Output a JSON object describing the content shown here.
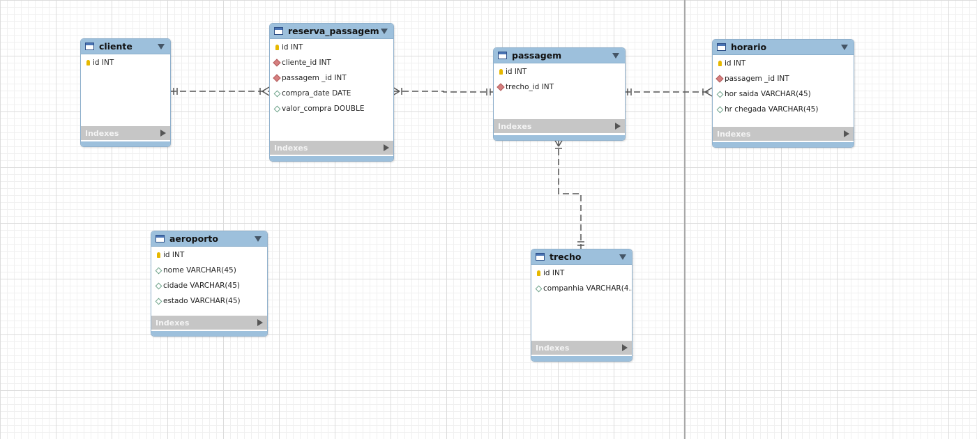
{
  "colors": {
    "header": "#9dc0dc",
    "indexes_bar": "#c6c6c6",
    "connector": "#555555",
    "primary_key": "#e6b800",
    "foreign_key": "#d67f7f"
  },
  "icons": {
    "table": "table-icon",
    "primary_key": "key-icon",
    "foreign_key": "fk-diamond-icon",
    "column": "column-diamond-icon",
    "collapse": "chevron-down-icon",
    "expand": "triangle-right-icon"
  },
  "entities": {
    "cliente": {
      "title": "cliente",
      "columns": [
        {
          "name": "id INT",
          "kind": "pk"
        }
      ],
      "indexes_label": "Indexes"
    },
    "reserva_passagem": {
      "title": "reserva_passagem",
      "columns": [
        {
          "name": "id INT",
          "kind": "pk"
        },
        {
          "name": "cliente_id INT",
          "kind": "fk"
        },
        {
          "name": "passagem _id INT",
          "kind": "fk"
        },
        {
          "name": "compra_date DATE",
          "kind": "col"
        },
        {
          "name": "valor_compra DOUBLE",
          "kind": "col"
        }
      ],
      "indexes_label": "Indexes"
    },
    "passagem": {
      "title": "passagem",
      "columns": [
        {
          "name": "id INT",
          "kind": "pk"
        },
        {
          "name": "trecho_id INT",
          "kind": "fk"
        }
      ],
      "indexes_label": "Indexes"
    },
    "horario": {
      "title": "horario",
      "columns": [
        {
          "name": "id INT",
          "kind": "pk"
        },
        {
          "name": "passagem _id INT",
          "kind": "fk"
        },
        {
          "name": "hor saida VARCHAR(45)",
          "kind": "col"
        },
        {
          "name": "hr chegada VARCHAR(45)",
          "kind": "col"
        }
      ],
      "indexes_label": "Indexes"
    },
    "aeroporto": {
      "title": "aeroporto",
      "columns": [
        {
          "name": "id INT",
          "kind": "pk"
        },
        {
          "name": "nome VARCHAR(45)",
          "kind": "col"
        },
        {
          "name": "cidade VARCHAR(45)",
          "kind": "col"
        },
        {
          "name": "estado VARCHAR(45)",
          "kind": "col"
        }
      ],
      "indexes_label": "Indexes"
    },
    "trecho": {
      "title": "trecho",
      "columns": [
        {
          "name": "id INT",
          "kind": "pk"
        },
        {
          "name": "companhia VARCHAR(4...",
          "kind": "col"
        }
      ],
      "indexes_label": "Indexes"
    }
  },
  "relationships": [
    {
      "from": "cliente",
      "to": "reserva_passagem",
      "from_card": "one",
      "to_card": "many"
    },
    {
      "from": "reserva_passagem",
      "to": "passagem",
      "from_card": "many",
      "to_card": "one"
    },
    {
      "from": "passagem",
      "to": "horario",
      "from_card": "one",
      "to_card": "many"
    },
    {
      "from": "passagem",
      "to": "trecho",
      "from_card": "many",
      "to_card": "one"
    }
  ]
}
